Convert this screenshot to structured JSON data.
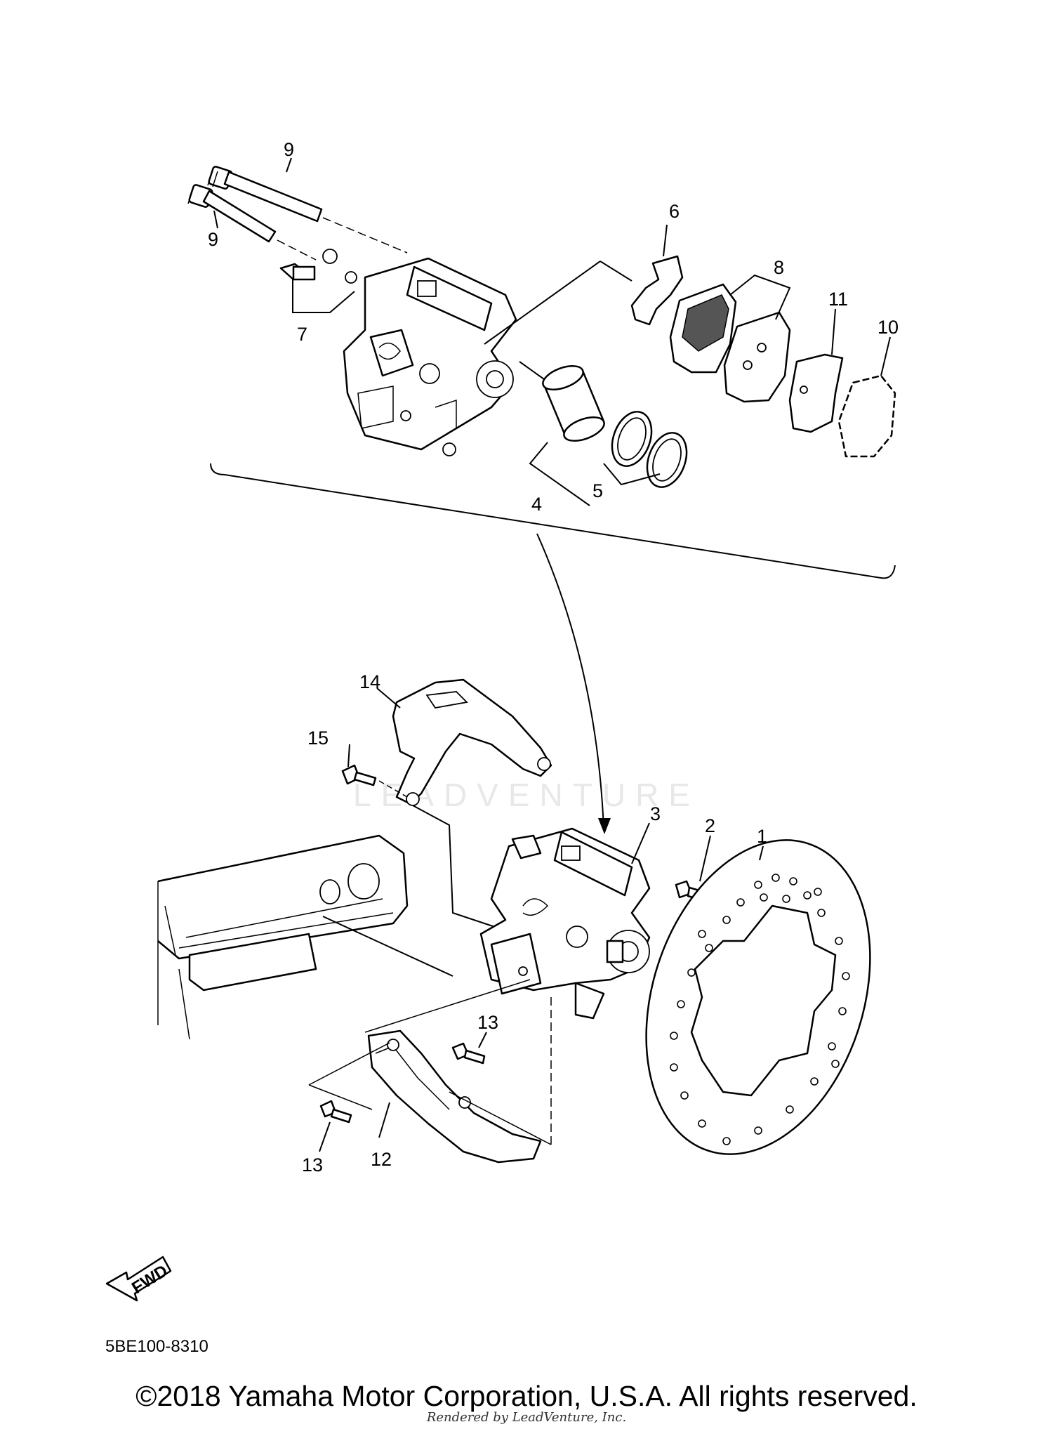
{
  "diagram": {
    "callouts": {
      "c1": "1",
      "c2": "2",
      "c3": "3",
      "c4": "4",
      "c5": "5",
      "c6": "6",
      "c7": "7",
      "c8": "8",
      "c9a": "9",
      "c9b": "9",
      "c10": "10",
      "c11": "11",
      "c12": "12",
      "c13a": "13",
      "c13b": "13",
      "c14": "14",
      "c15": "15"
    },
    "fwd_label": "FWD",
    "diagram_code": "5BE100-8310",
    "watermark": "LEADVENTURE"
  },
  "footer": {
    "copyright": "©2018 Yamaha Motor Corporation, U.S.A. All rights reserved.",
    "rendered_by": "Rendered by LeadVenture, Inc."
  }
}
